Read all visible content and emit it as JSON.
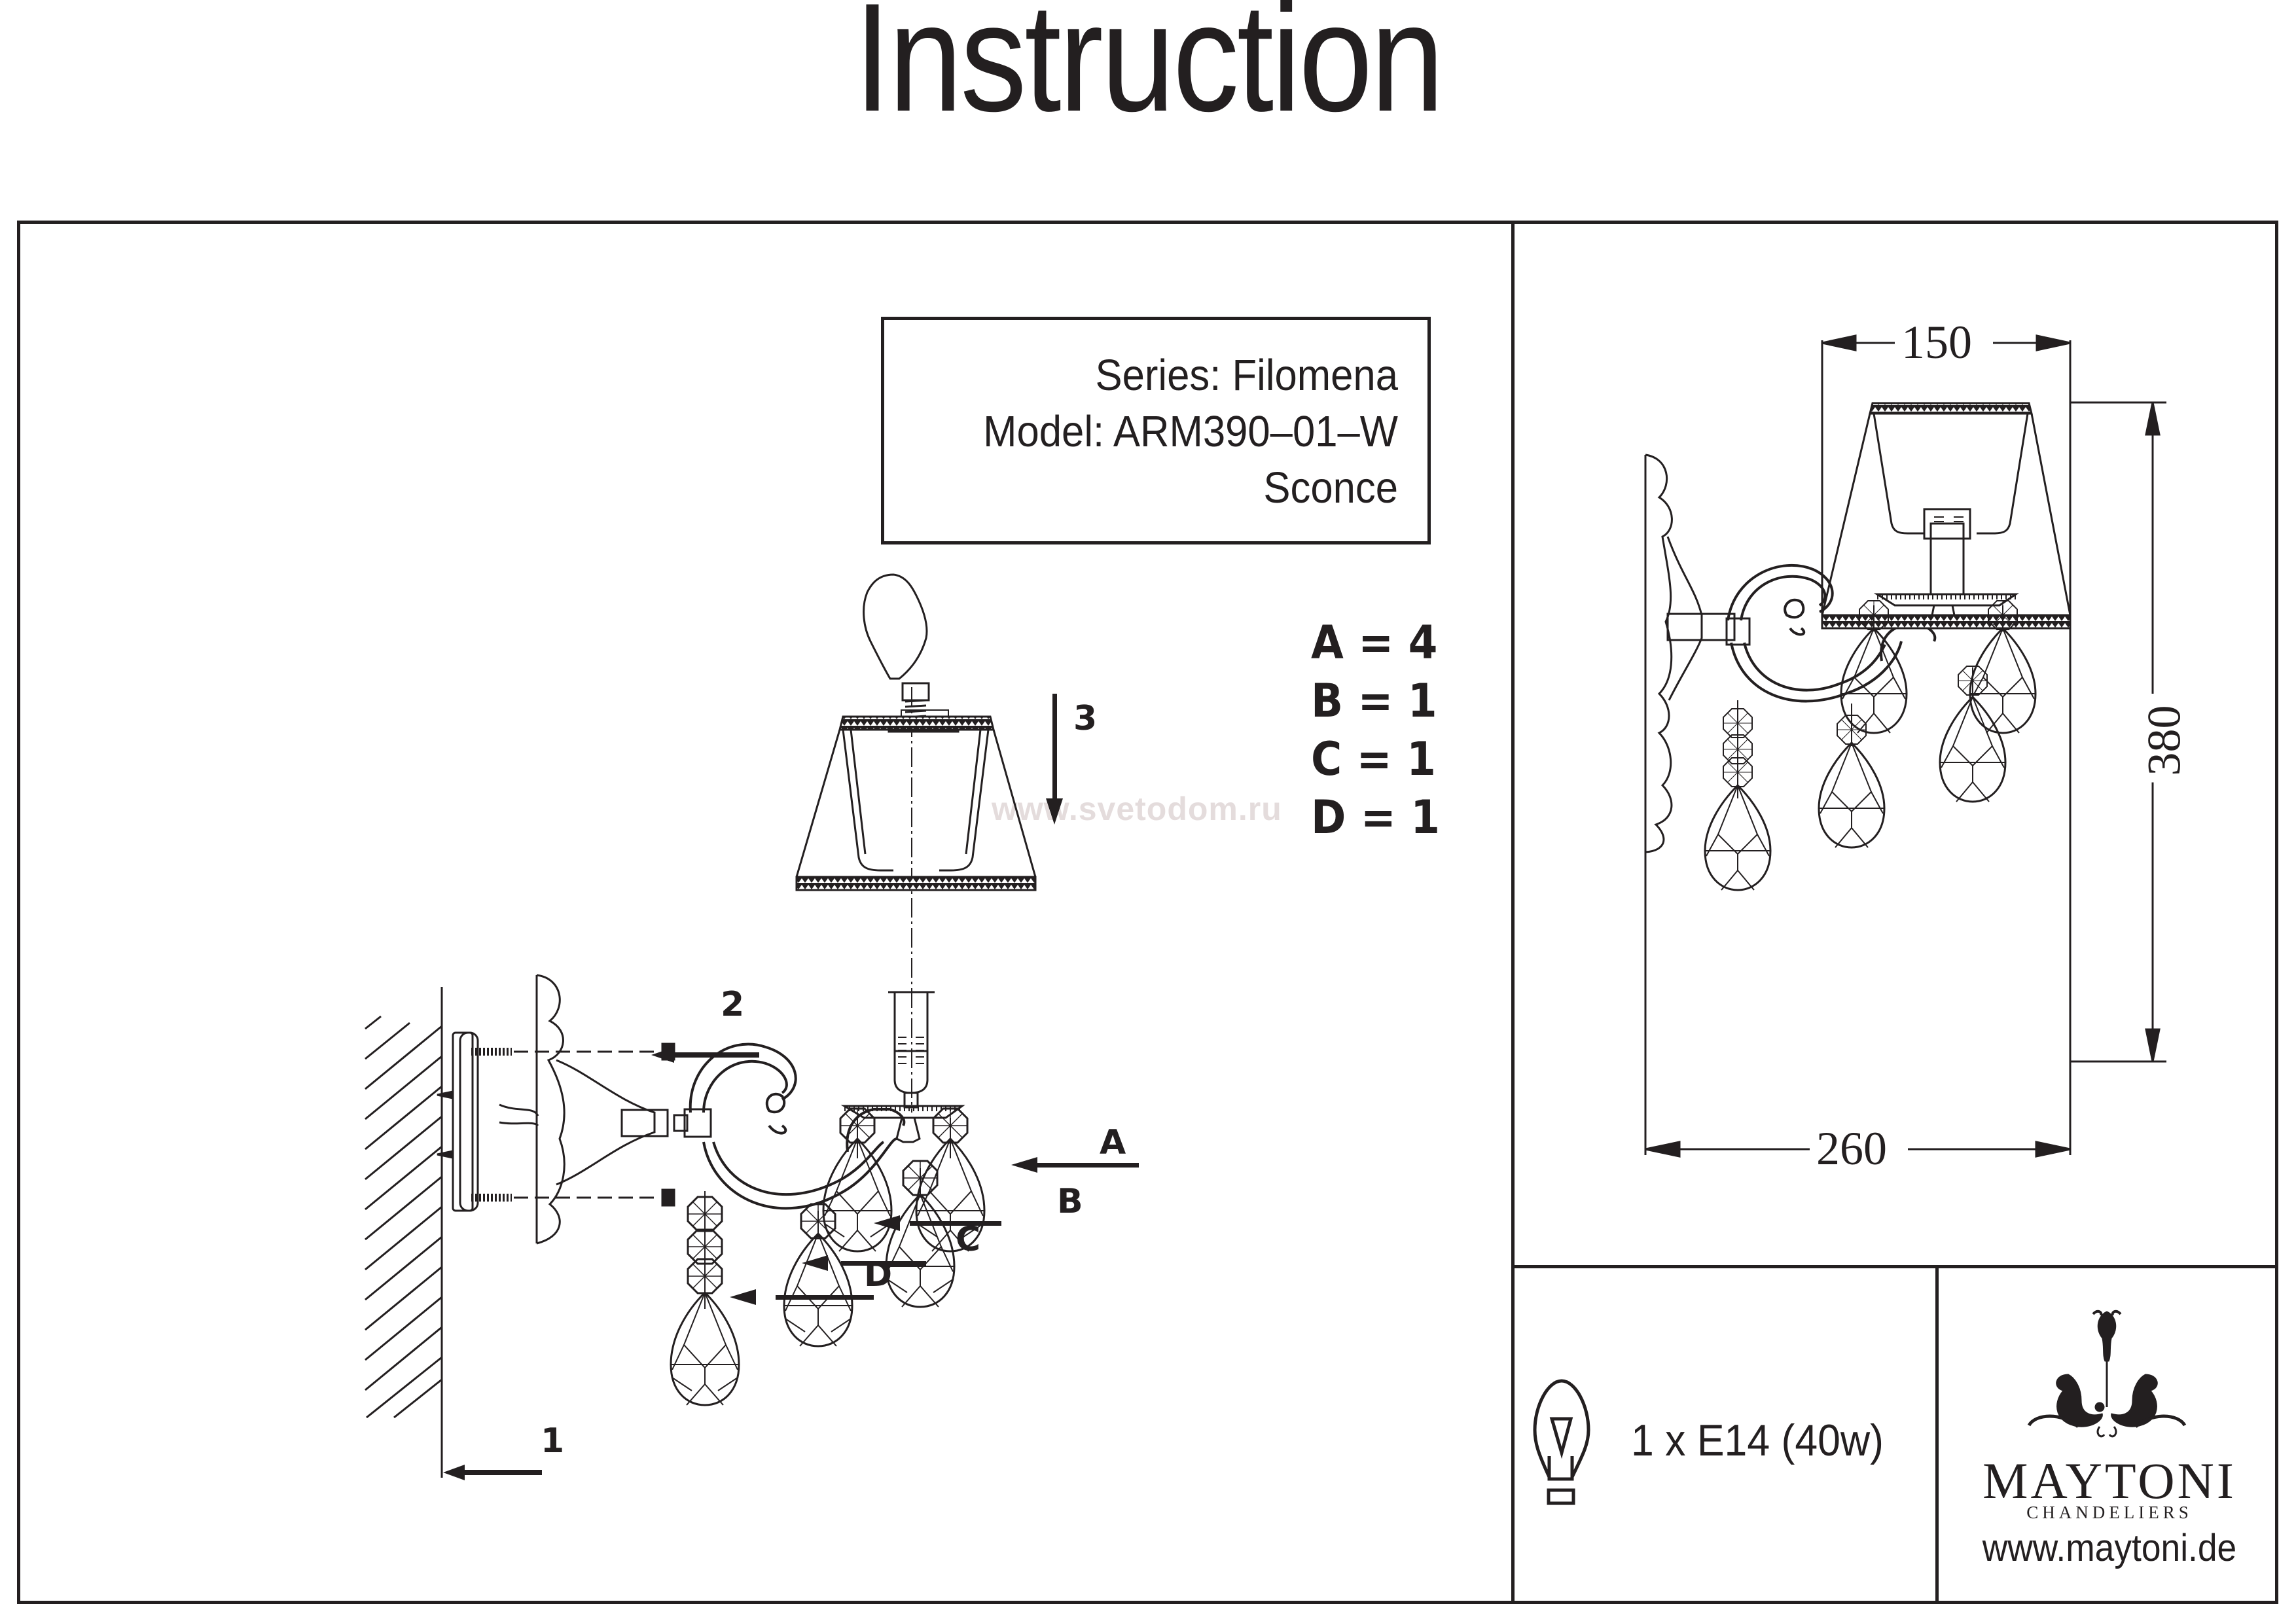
{
  "header": {
    "title": "Instruction"
  },
  "product": {
    "series_line": "Series: Filomena",
    "model_line": "Model: ARM390–01–W",
    "type_line": "Sconce"
  },
  "parts_list": [
    {
      "part": "A",
      "qty": 4,
      "label": "A = 4"
    },
    {
      "part": "B",
      "qty": 1,
      "label": "B = 1"
    },
    {
      "part": "C",
      "qty": 1,
      "label": "C = 1"
    },
    {
      "part": "D",
      "qty": 1,
      "label": "D = 1"
    }
  ],
  "assembly": {
    "steps": [
      "1",
      "2",
      "3"
    ],
    "callouts": [
      "A",
      "B",
      "C",
      "D"
    ]
  },
  "watermark": "www.svetodom.ru",
  "dimensions": {
    "unit": "mm",
    "shade_width": "150",
    "height": "380",
    "depth": "260"
  },
  "bulb": {
    "icon": "light-bulb-icon",
    "spec": "1 x E14 (40w)"
  },
  "brand": {
    "logo_icon": "maytoni-ornament-icon",
    "name": "MAYTONI",
    "tagline": "CHANDELIERS",
    "website": "www.maytoni.de"
  },
  "colors": {
    "ink": "#231f20",
    "watermark": "#e4dcdc",
    "background": "#ffffff"
  }
}
